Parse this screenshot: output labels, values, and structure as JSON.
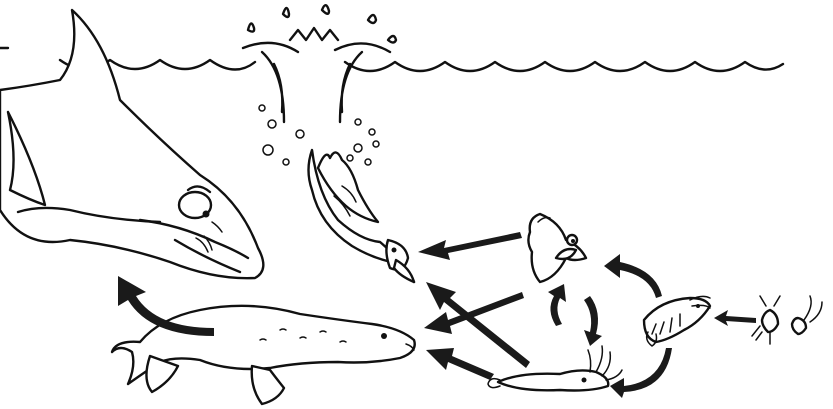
{
  "scene": {
    "type": "marine-food-web-illustration",
    "style": "black-and-white line drawing",
    "colors": {
      "ink": "#111111",
      "background": "#ffffff"
    }
  },
  "organisms": [
    {
      "id": "orca",
      "icon": "orca-icon"
    },
    {
      "id": "penguin",
      "icon": "penguin-icon"
    },
    {
      "id": "seal",
      "icon": "leopard-seal-icon"
    },
    {
      "id": "fish",
      "icon": "fish-icon"
    },
    {
      "id": "squid",
      "icon": "squid-icon"
    },
    {
      "id": "krill",
      "icon": "krill-icon"
    },
    {
      "id": "zooplankton",
      "icon": "zooplankton-icon"
    }
  ],
  "feeding_links": [
    {
      "from": "fish",
      "to": "penguin"
    },
    {
      "from": "fish",
      "to": "seal"
    },
    {
      "from": "squid",
      "to": "penguin"
    },
    {
      "from": "squid",
      "to": "seal"
    },
    {
      "from": "krill",
      "to": "fish"
    },
    {
      "from": "krill",
      "to": "squid"
    },
    {
      "from": "squid",
      "to": "fish"
    },
    {
      "from": "fish",
      "to": "squid"
    },
    {
      "from": "zooplankton",
      "to": "krill"
    },
    {
      "from": "seal",
      "to": "orca"
    }
  ]
}
